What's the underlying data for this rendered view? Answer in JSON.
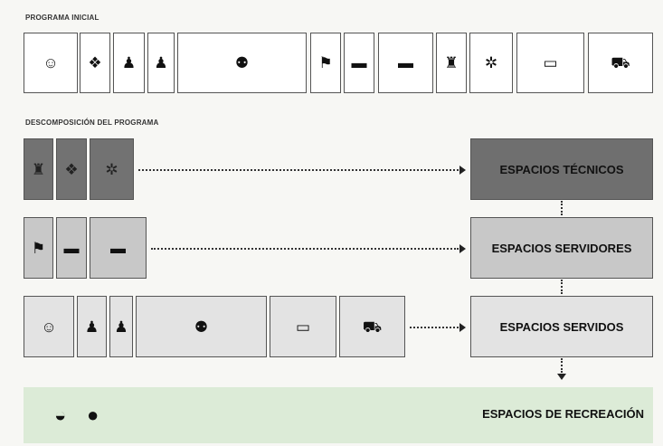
{
  "sections": {
    "initial_title": "PROGRAMA INICIAL",
    "decomposition_title": "DESCOMPOSICIÓN DEL PROGRAMA"
  },
  "categories": {
    "tecnicos": "ESPACIOS TÉCNICOS",
    "servidores": "ESPACIOS SERVIDORES",
    "servidos": "ESPACIOS SERVIDOS",
    "recreacion": "ESPACIOS DE RECREACIÓN"
  },
  "icons": {
    "theater": "☺",
    "book": "❖",
    "reader": "♟",
    "group": "⚉",
    "desk": "⚑",
    "briefcase": "▬",
    "trash": "♜",
    "gears": "✲",
    "computer": "▭",
    "cart": "⛟",
    "swimmer": "◒",
    "drop": "●"
  },
  "icon_names": {
    "theater": "theater-masks-icon",
    "book": "book-icon",
    "reader": "reading-person-icon",
    "group": "group-people-icon",
    "desk": "desk-worker-icon",
    "briefcase": "briefcase-icon",
    "trash": "trash-person-icon",
    "gears": "gears-icon",
    "computer": "computer-icon",
    "cart": "shopping-cart-icon",
    "swimmer": "swimmer-icon",
    "drop": "water-drop-icon"
  }
}
